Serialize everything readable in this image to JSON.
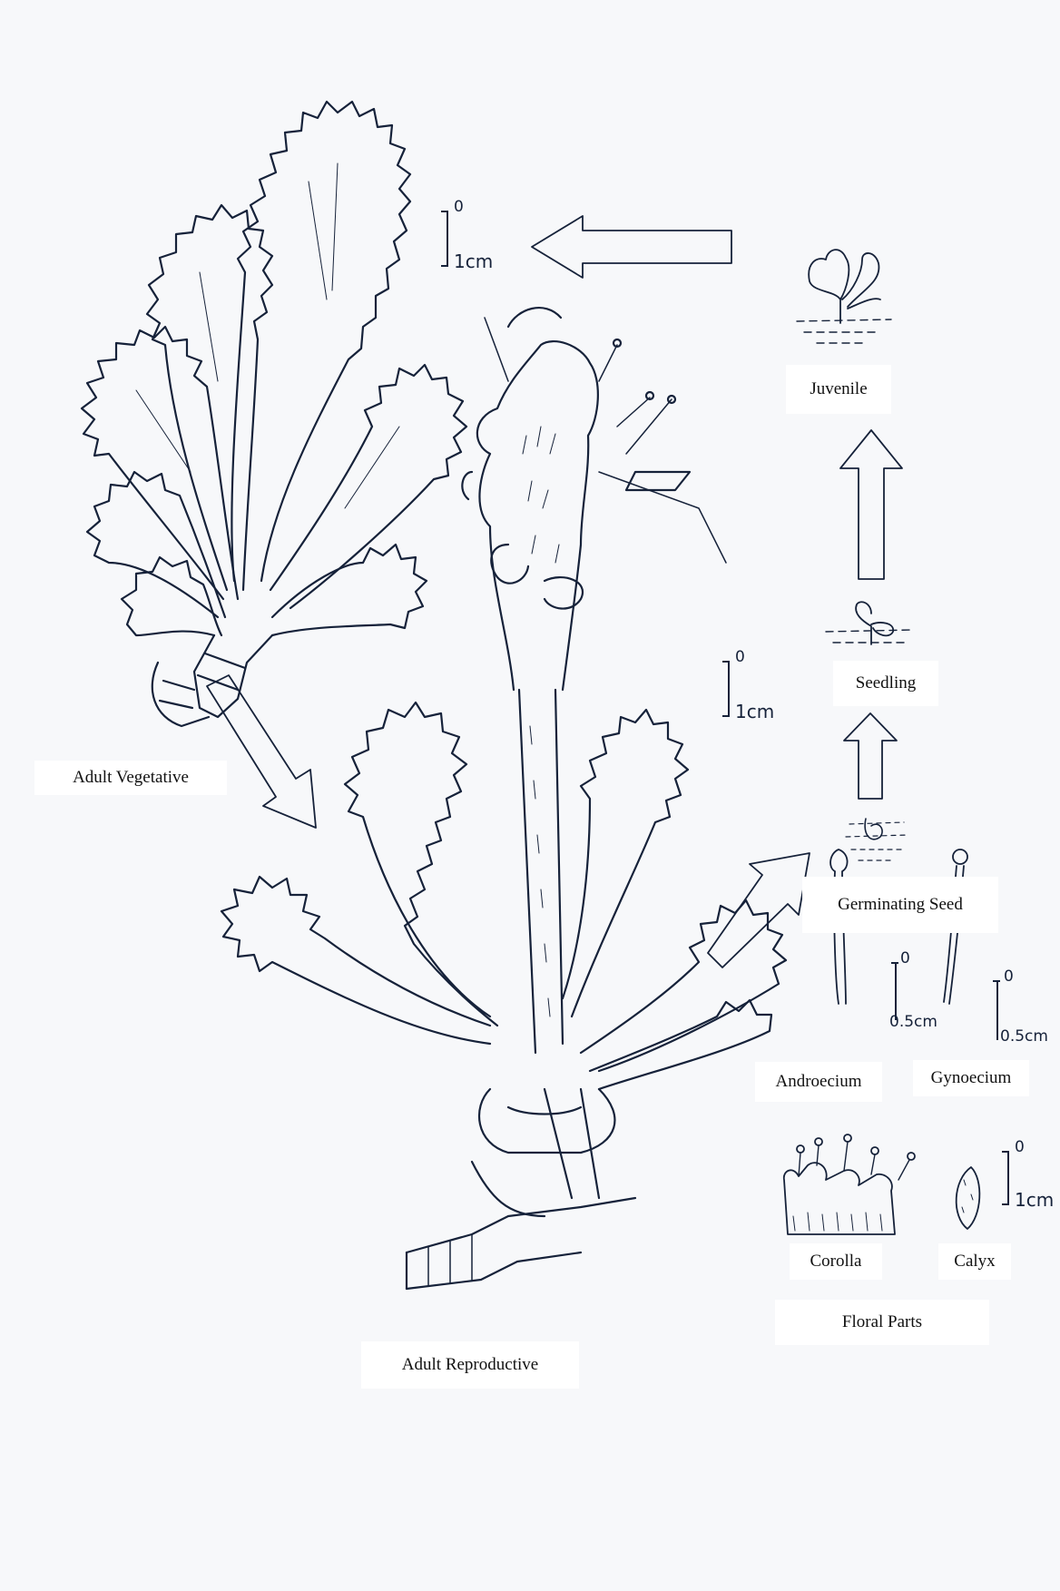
{
  "stages": {
    "juvenile": "Juvenile",
    "seedling": "Seedling",
    "germinating_seed": "Germinating Seed",
    "adult_vegetative": "Adult Vegetative",
    "adult_reproductive": "Adult Reproductive",
    "floral_parts": "Floral Parts"
  },
  "parts": {
    "androecium": "Androecium",
    "gynoecium": "Gynoecium",
    "corolla": "Corolla",
    "calyx": "Calyx"
  },
  "scale_bars": {
    "zero": "0",
    "one_cm": "1cm",
    "half_cm_a": "0.5cm",
    "half_cm_b": "0.5cm"
  },
  "colors": {
    "ink": "#16223a",
    "paper": "#f7f8fa",
    "label_bg": "#ffffff"
  }
}
